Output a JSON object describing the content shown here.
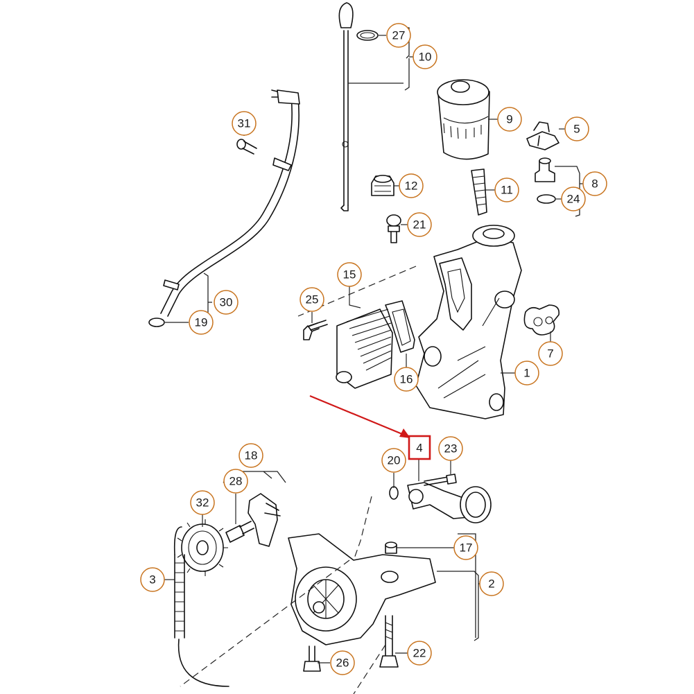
{
  "callouts": [
    {
      "label": "27",
      "color": "#c8741f"
    },
    {
      "label": "10",
      "color": "#c8741f"
    },
    {
      "label": "9",
      "color": "#c8741f"
    },
    {
      "label": "5",
      "color": "#c8741f"
    },
    {
      "label": "31",
      "color": "#c8741f"
    },
    {
      "label": "12",
      "color": "#c8741f"
    },
    {
      "label": "11",
      "color": "#c8741f"
    },
    {
      "label": "8",
      "color": "#c8741f"
    },
    {
      "label": "24",
      "color": "#c8741f"
    },
    {
      "label": "21",
      "color": "#c8741f"
    },
    {
      "label": "15",
      "color": "#c8741f"
    },
    {
      "label": "25",
      "color": "#c8741f"
    },
    {
      "label": "30",
      "color": "#c8741f"
    },
    {
      "label": "19",
      "color": "#c8741f"
    },
    {
      "label": "7",
      "color": "#c8741f"
    },
    {
      "label": "1",
      "color": "#c8741f"
    },
    {
      "label": "16",
      "color": "#c8741f"
    },
    {
      "label": "4",
      "color": "#d01818"
    },
    {
      "label": "20",
      "color": "#c8741f"
    },
    {
      "label": "23",
      "color": "#c8741f"
    },
    {
      "label": "18",
      "color": "#c8741f"
    },
    {
      "label": "28",
      "color": "#c8741f"
    },
    {
      "label": "32",
      "color": "#c8741f"
    },
    {
      "label": "17",
      "color": "#c8741f"
    },
    {
      "label": "3",
      "color": "#c8741f"
    },
    {
      "label": "2",
      "color": "#c8741f"
    },
    {
      "label": "22",
      "color": "#c8741f"
    },
    {
      "label": "26",
      "color": "#c8741f"
    }
  ],
  "highlight": {
    "label": "4",
    "color": "#d01818"
  }
}
